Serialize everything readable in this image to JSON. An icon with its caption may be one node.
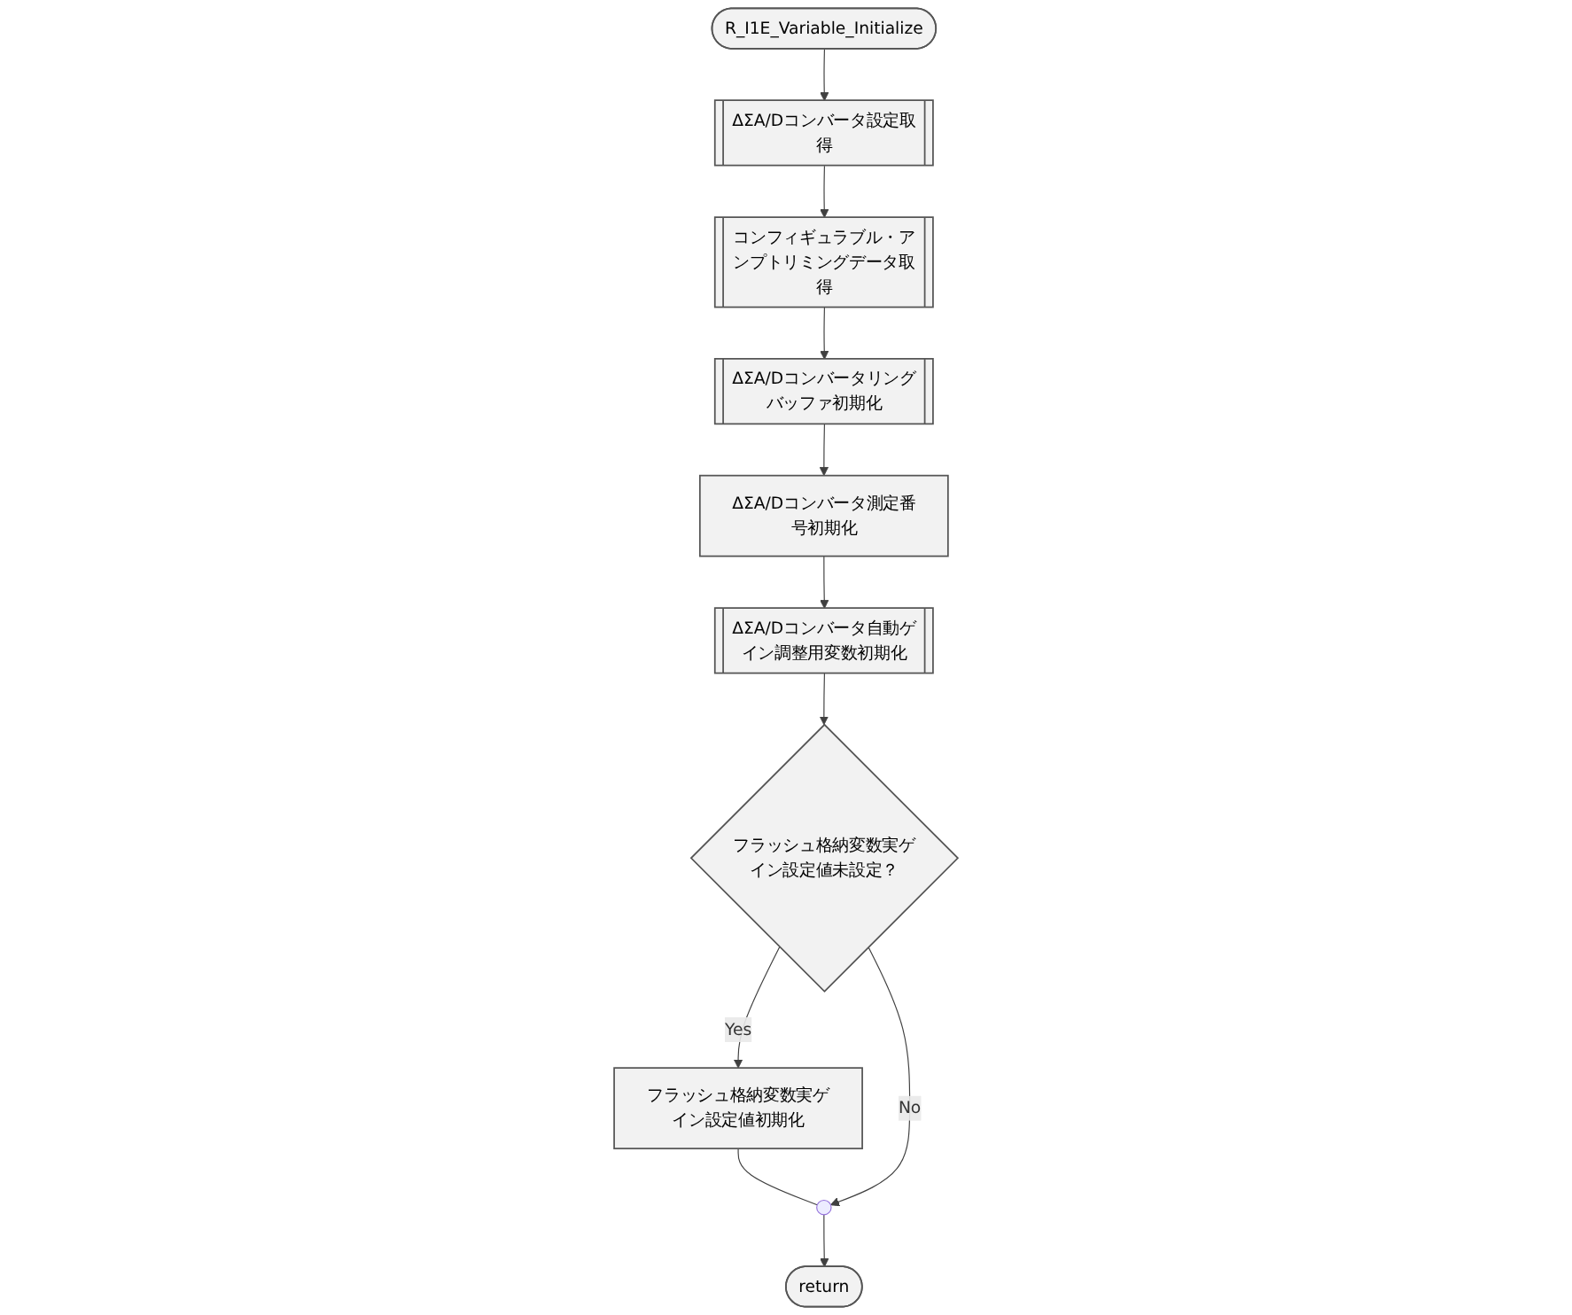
{
  "diagram": {
    "nodes": [
      {
        "text": [
          "R_I1E_Variable_Initialize"
        ]
      },
      {
        "text": [
          "ΔΣA/Dコンバータ設定取得"
        ]
      },
      {
        "text": [
          "コンフィギュラブル・アンプトリミングデータ取得"
        ]
      },
      {
        "text": [
          "ΔΣA/Dコンバータリングバッファ初期化"
        ]
      },
      {
        "text": [
          "ΔΣA/Dコンバータ測定番号初期化"
        ]
      },
      {
        "text": [
          "ΔΣA/Dコンバータ自動ゲイン調整用変数初期化"
        ]
      },
      {
        "text": [
          "フラッシュ格納変数実ゲイン設定値未設定？"
        ]
      },
      {
        "text": [
          "フラッシュ格納変数実ゲイン設定値初期化"
        ]
      },
      {
        "text": [],
        "shape": "circle"
      },
      {
        "text": [
          "return"
        ]
      }
    ],
    "edges": [
      {
        "from": 0,
        "to": 1,
        "arrow": "to"
      },
      {
        "from": 1,
        "to": 2,
        "arrow": "to"
      },
      {
        "from": 2,
        "to": 3,
        "arrow": "to"
      },
      {
        "from": 3,
        "to": 4,
        "arrow": "to"
      },
      {
        "from": 4,
        "to": 5,
        "arrow": "to"
      },
      {
        "from": 5,
        "to": 6,
        "arrow": "to"
      },
      {
        "from": 6,
        "to": 7,
        "label": "Yes",
        "arrow": "to"
      },
      {
        "from": 7,
        "to": 8,
        "arrow": "none"
      },
      {
        "from": 6,
        "to": 8,
        "label": "No",
        "arrow": "to"
      },
      {
        "from": 8,
        "to": 9,
        "arrow": "to"
      }
    ]
  }
}
